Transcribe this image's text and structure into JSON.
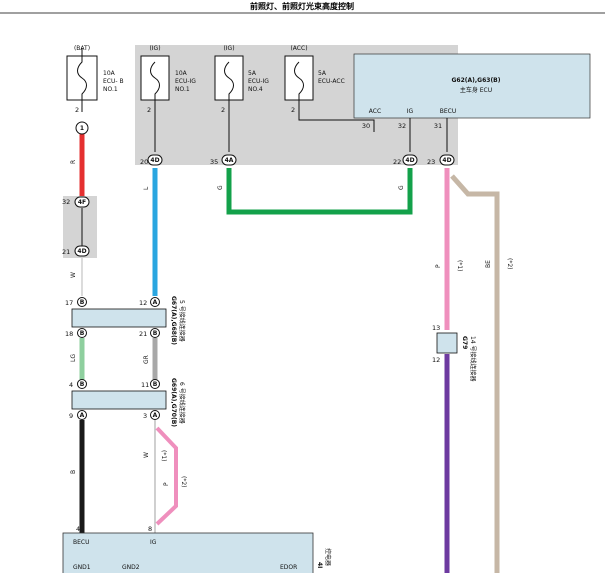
{
  "title": "前照灯、前照灯光束高度控制",
  "fuses": [
    {
      "source": "(BAT)",
      "rating": "10A",
      "name": "ECU- B",
      "no": "NO.1",
      "pin": "2"
    },
    {
      "source": "(IG)",
      "rating": "10A",
      "name": "ECU-IG",
      "no": "NO.1",
      "pin": "2"
    },
    {
      "source": "(IG)",
      "rating": "5A",
      "name": "ECU-IG",
      "no": "NO.4",
      "pin": "2"
    },
    {
      "source": "(ACC)",
      "rating": "5A",
      "name": "ECU-ACC",
      "no": "",
      "pin": "2"
    }
  ],
  "ecu_main": {
    "code": "G62(A),G63(B)",
    "name": "主车身 ECU",
    "terminals": [
      {
        "name": "ACC",
        "pin": "30"
      },
      {
        "name": "IG",
        "pin": "32"
      },
      {
        "name": "BECU",
        "pin": "31"
      }
    ]
  },
  "junctions": {
    "j1": "1",
    "bat_out_pin": "20",
    "bat_out": "4D",
    "ig1_pin": "35",
    "ig1": "4A",
    "ig2_pin": "22",
    "ig2": "4D",
    "becu_pin": "23",
    "becu": "4D",
    "j4f_pin": "32",
    "j4f": "4F",
    "j4d_pin": "21",
    "j4d": "4D"
  },
  "wires": {
    "R": "R",
    "L": "L",
    "G1": "G",
    "G2": "G",
    "W": "W",
    "P": "P",
    "P_note": "(*1)",
    "BE": "BE",
    "BE_note": "(*2)",
    "LG": "LG",
    "GR": "GR",
    "B": "B",
    "W2": "W",
    "W2_note": "(*1)",
    "P2": "P",
    "P2_note": "(*2)"
  },
  "connectors": {
    "g67": {
      "code": "G67(A),G68(B)",
      "desc": "5 号接线连接器",
      "pins_top": [
        "17",
        "12"
      ],
      "pins_bottom": [
        "18",
        "21"
      ],
      "letters_top": [
        "B",
        "A"
      ],
      "letters_bottom": [
        "B",
        "B"
      ]
    },
    "g69": {
      "code": "G69(A),G70(B)",
      "desc": "6 号接线连接器",
      "pins_top": [
        "4",
        "11"
      ],
      "pins_bottom": [
        "9",
        "3"
      ],
      "letters_top": [
        "B",
        "B"
      ],
      "letters_bottom": [
        "A",
        "A"
      ]
    },
    "g79": {
      "code": "G79",
      "desc": "14 号接线连接器",
      "pin_top": "13",
      "pin_bottom": "12"
    }
  },
  "ecu_bottom": {
    "pins": [
      {
        "name": "BECU",
        "pin": "4"
      },
      {
        "name": "IG",
        "pin": "8"
      }
    ],
    "grounds": [
      "GND1",
      "GND2",
      "EDOR"
    ],
    "side_label": "控电器",
    "side_code": "4I"
  },
  "colors": {
    "red": "#e53030",
    "blue": "#2aa6e0",
    "green": "#13a14a",
    "pink": "#ef8fbd",
    "tan": "#c6b7a6",
    "lightgreen": "#8ecf9e",
    "gray": "#a8a8a8",
    "black": "#1a1a1a",
    "purple": "#6d3aa0",
    "panel": "#d4d4d4",
    "ecu": "#cfe3ec"
  }
}
